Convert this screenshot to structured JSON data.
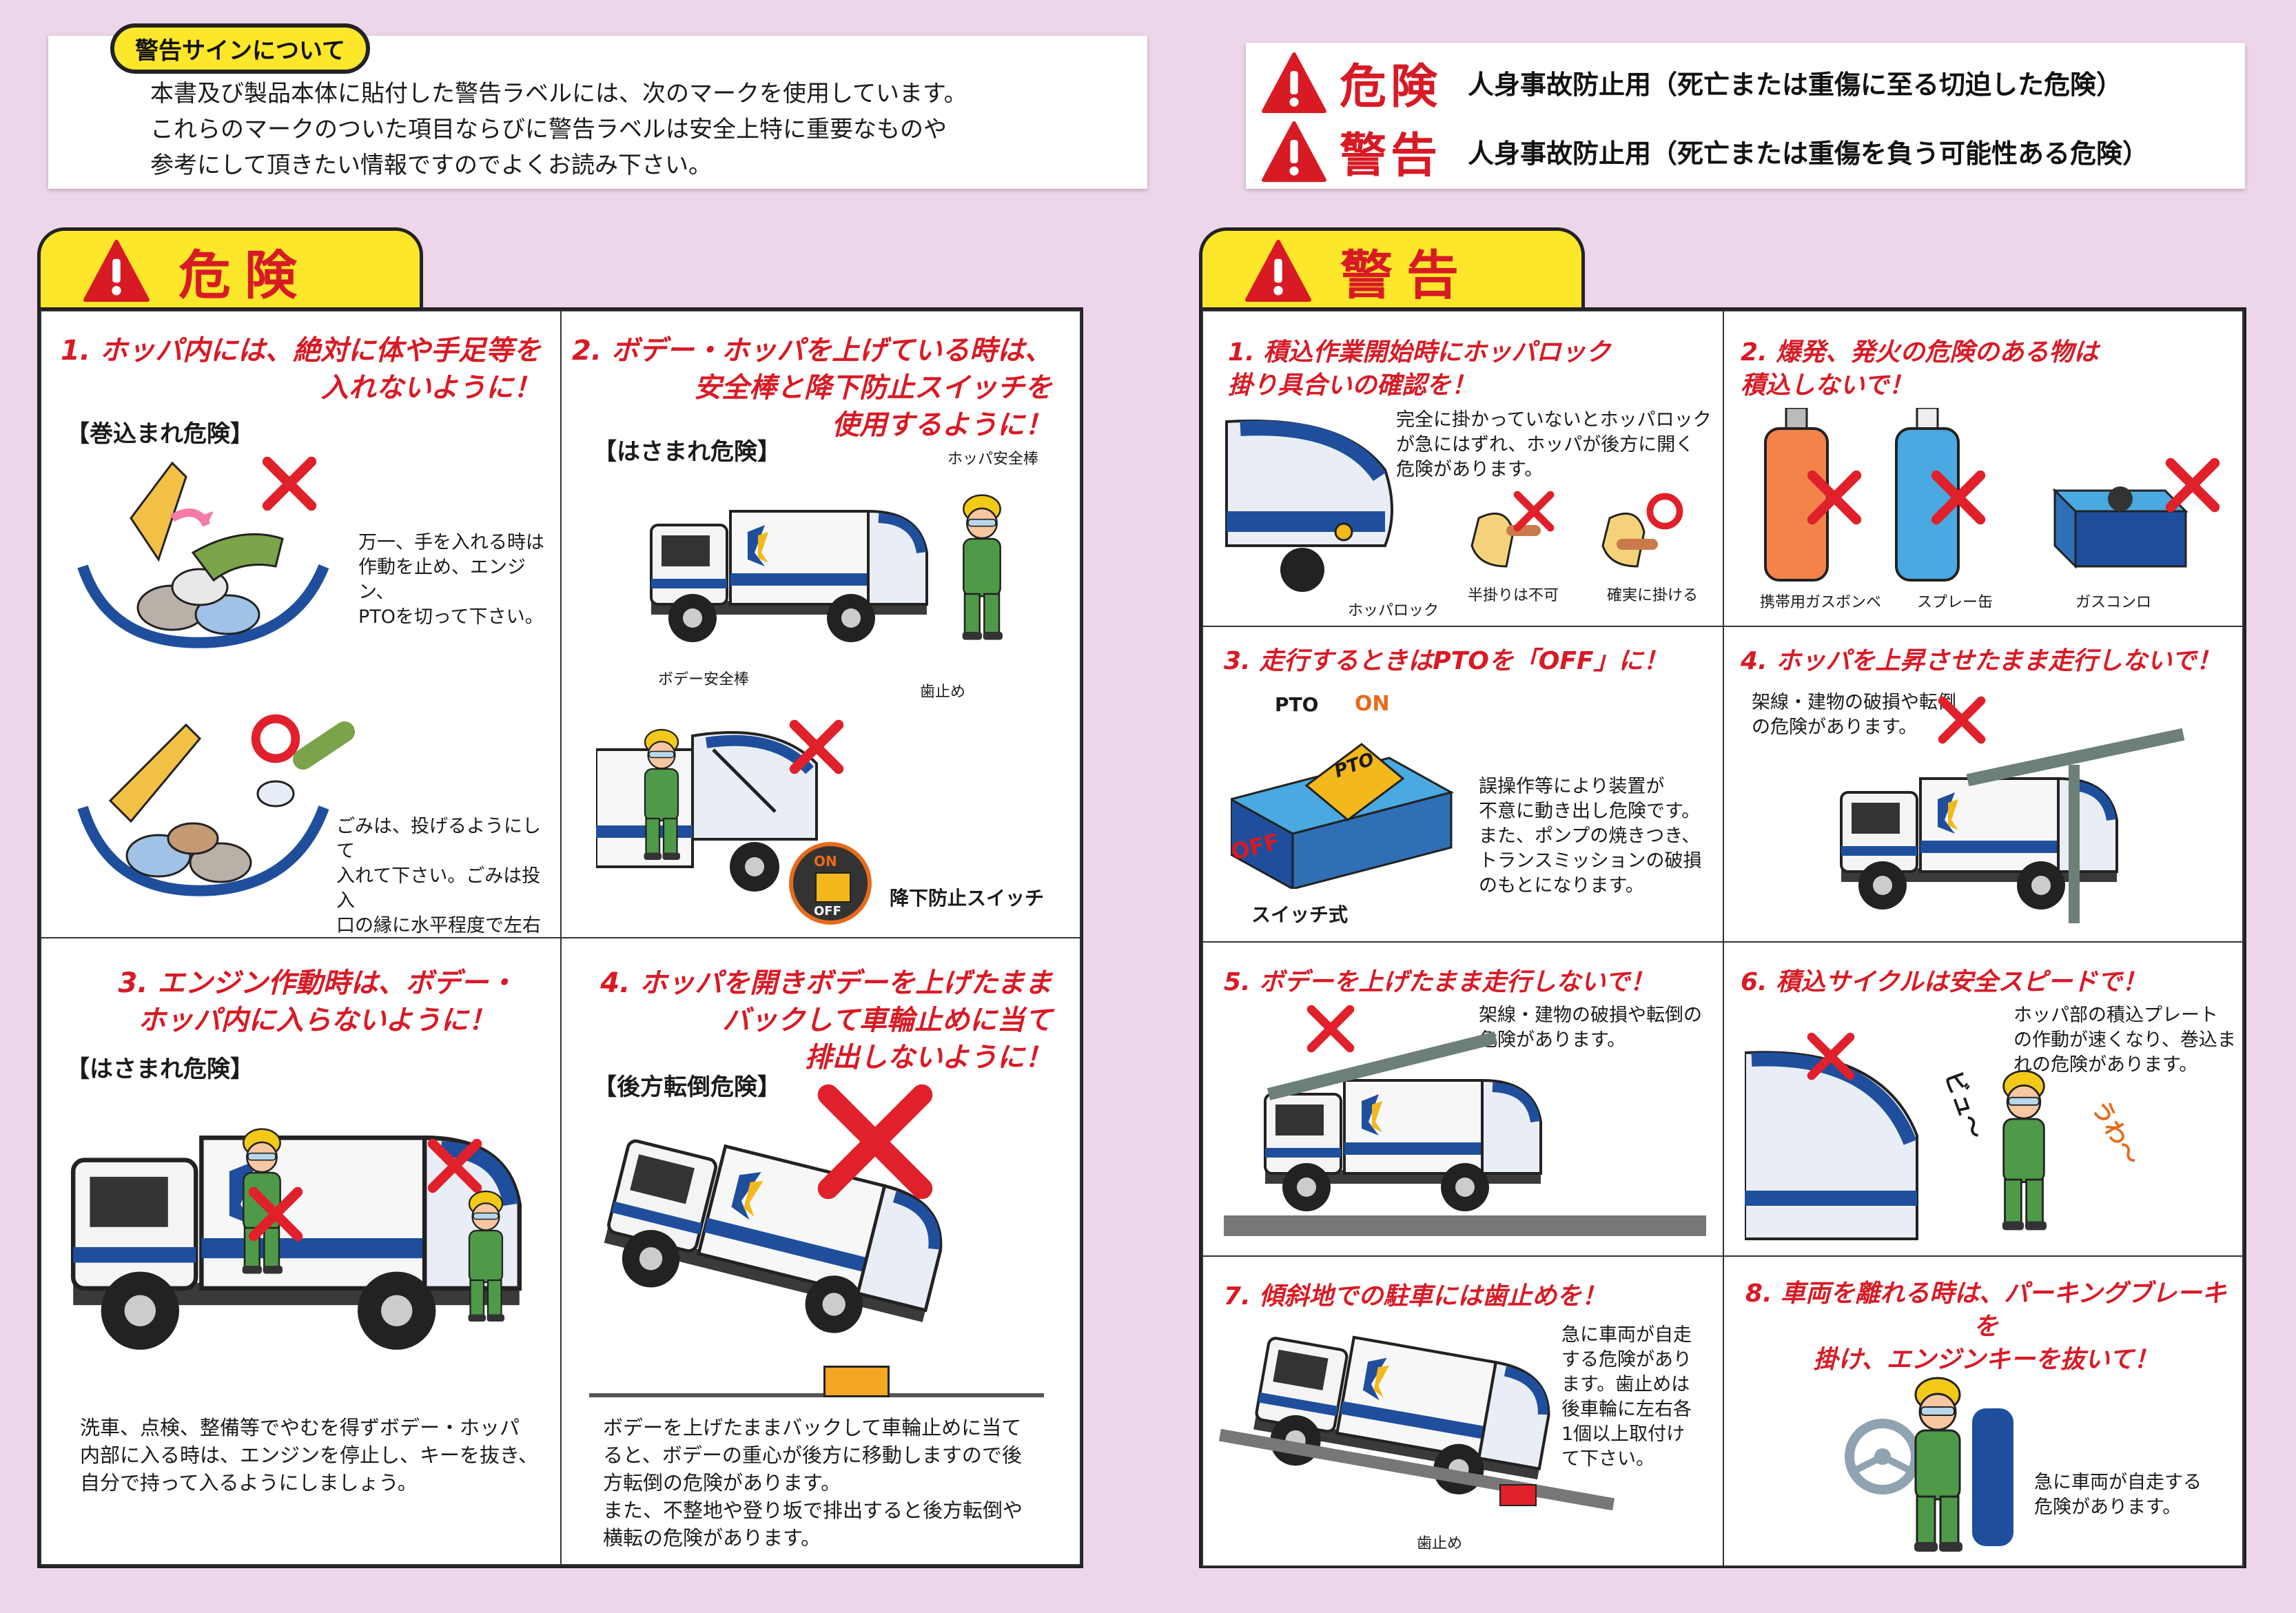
{
  "header": {
    "badge": "警告サインについて",
    "intro": "本書及び製品本体に貼付した警告ラベルには、次のマークを使用しています。\nこれらのマークのついた項目ならびに警告ラベルは安全上特に重要なものや\n参考にして頂きたい情報ですのでよくお読み下さい。",
    "legend": [
      {
        "word": "危険",
        "text": "人身事故防止用（死亡または重傷に至る切迫した危険）"
      },
      {
        "word": "警告",
        "text": "人身事故防止用（死亡または重傷を負う可能性ある危険）"
      }
    ]
  },
  "danger": {
    "tab": "危険",
    "items": [
      {
        "title": "1. ホッパ内には、絶対に体や手足等を\n入れないように！",
        "subtitle": "【巻込まれ危険】",
        "text1": "万一、手を入れる時は\n作動を止め、エンジン、\nPTOを切って下さい。",
        "text2": "ごみは、投げるようにして\n入れて下さい。ごみは投入\n口の縁に水平程度で左右\n平均して投入して下さい。"
      },
      {
        "title": "2. ボデー・ホッパを上げている時は、\n安全棒と降下防止スイッチを\n使用するように！",
        "subtitle": "【はさまれ危険】",
        "label_hopper_bar": "ホッパ安全棒",
        "label_body_bar": "ボデー安全棒",
        "label_chock": "歯止め",
        "label_switch": "降下防止スイッチ",
        "on": "ON",
        "off": "OFF"
      },
      {
        "title": "3. エンジン作動時は、ボデー・\nホッパ内に入らないように！",
        "subtitle": "【はさまれ危険】",
        "text": "洗車、点検、整備等でやむを得ずボデー・ホッパ\n内部に入る時は、エンジンを停止し、キーを抜き、\n自分で持って入るようにしましょう。"
      },
      {
        "title": "4. ホッパを開きボデーを上げたまま\nバックして車輪止めに当て\n排出しないように！",
        "subtitle": "【後方転倒危険】",
        "text": "ボデーを上げたままバックして車輪止めに当て\nると、ボデーの重心が後方に移動しますので後\n方転倒の危険があります。\nまた、不整地や登り坂で排出すると後方転倒や\n横転の危険があります。"
      }
    ]
  },
  "warning": {
    "tab": "警告",
    "items": [
      {
        "title": "1. 積込作業開始時にホッパロック\n掛り具合いの確認を！",
        "text": "完全に掛かっていないとホッパロック\nが急にはずれ、ホッパが後方に開く\n危険があります。",
        "label_lock": "ホッパロック",
        "label_half": "半掛りは不可",
        "label_full": "確実に掛ける"
      },
      {
        "title": "2. 爆発、発火の危険のある物は\n積込しないで！",
        "label_gas": "携帯用ガスボンベ",
        "label_spray": "スプレー缶",
        "label_stove": "ガスコンロ"
      },
      {
        "title": "3. 走行するときはPTOを「OFF」に！",
        "text": "誤操作等により装置が\n不意に動き出し危険です。\nまた、ポンプの焼きつき、\nトランスミッションの破損\nのもとになります。",
        "label_pto": "PTO",
        "on": "ON",
        "off": "OFF",
        "pto_plate": "PTO",
        "label_switch": "スイッチ式"
      },
      {
        "title": "4. ホッパを上昇させたまま走行しないで！",
        "text": "架線・建物の破損や転倒\nの危険があります。"
      },
      {
        "title": "5. ボデーを上げたまま走行しないで！",
        "text": "架線・建物の破損や転倒の\n危険があります。"
      },
      {
        "title": "6. 積込サイクルは安全スピードで！",
        "text": "ホッパ部の積込プレート\nの作動が速くなり、巻込ま\nれの危険があります。",
        "sfx1": "ビュ〜",
        "sfx2": "うわ〜"
      },
      {
        "title": "7. 傾斜地での駐車には歯止めを！",
        "text": "急に車両が自走\nする危険があり\nます。歯止めは\n後車輪に左右各\n1個以上取付け\nて下さい。",
        "label_chock": "歯止め"
      },
      {
        "title": "8. 車両を離れる時は、パーキングブレーキを\n掛け、エンジンキーを抜いて！",
        "text": "急に車両が自走する\n危険があります。"
      }
    ]
  },
  "colors": {
    "background": "#eed6ea",
    "accent_red": "#d81a25",
    "tab_yellow": "#fde72a",
    "truck_blue": "#1f4f9c"
  }
}
